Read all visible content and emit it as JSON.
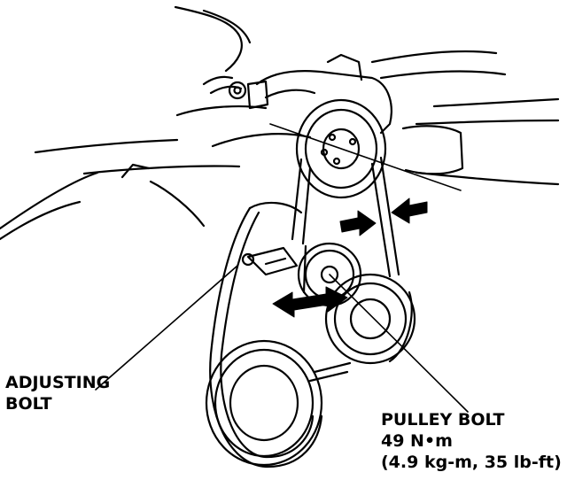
{
  "colors": {
    "ink": "#000000",
    "paper": "#ffffff"
  },
  "labels": {
    "adjusting_bolt": {
      "line1": "ADJUSTING",
      "line2": "BOLT"
    },
    "pulley_bolt": {
      "line1": "PULLEY BOLT",
      "line2": "49 N•m",
      "line3": "(4.9 kg-m, 35 lb-ft)"
    }
  }
}
